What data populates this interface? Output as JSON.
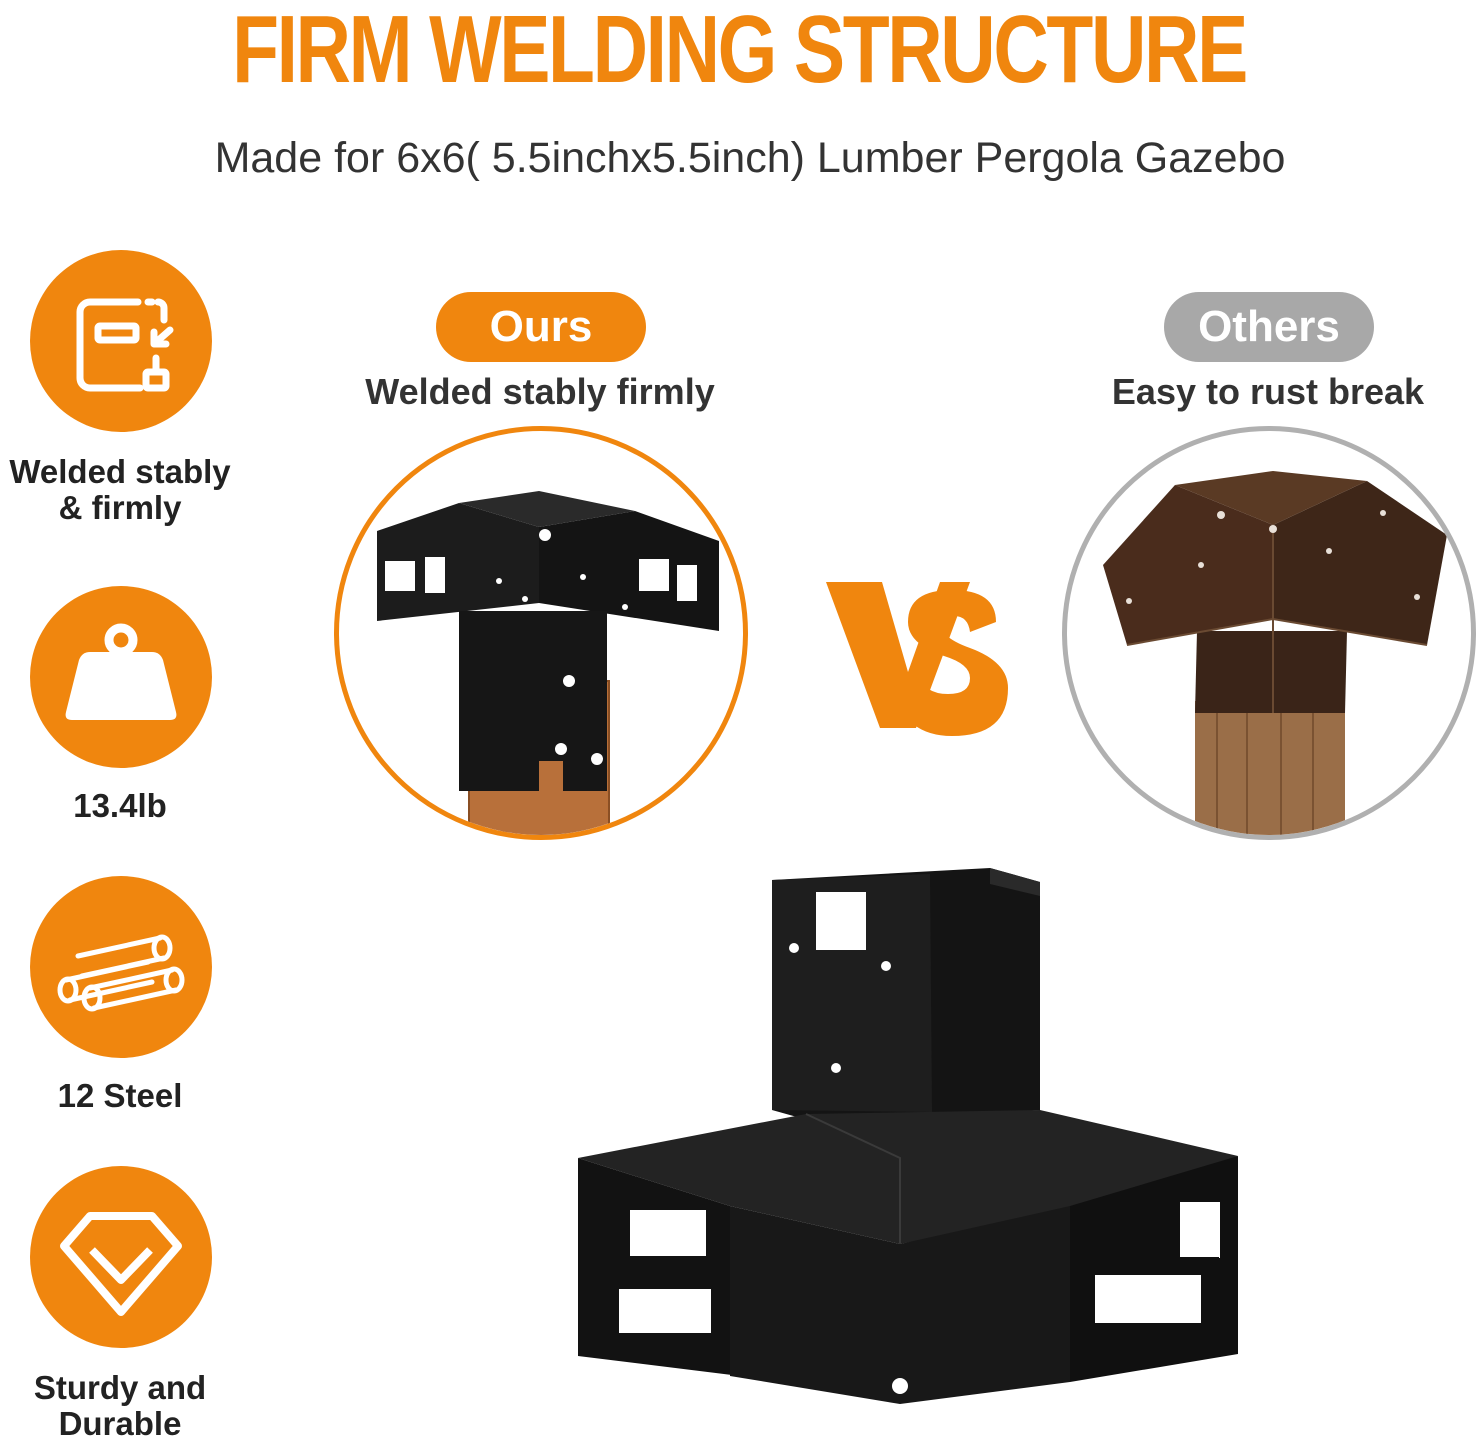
{
  "header": {
    "title": "FIRM WELDING STRUCTURE",
    "subtitle": "Made for 6x6( 5.5inchx5.5inch) Lumber Pergola Gazebo"
  },
  "features": [
    {
      "icon": "welding-icon",
      "label_lines": [
        "Welded stably",
        "& firmly"
      ]
    },
    {
      "icon": "weight-icon",
      "label_lines": [
        "13.4lb"
      ]
    },
    {
      "icon": "steel-pipes-icon",
      "label_lines": [
        "12 Steel"
      ]
    },
    {
      "icon": "diamond-icon",
      "label_lines": [
        "Sturdy and",
        "Durable"
      ]
    }
  ],
  "comparison": {
    "ours": {
      "badge": "Ours",
      "caption": "Welded stably firmly"
    },
    "others": {
      "badge": "Others",
      "caption": "Easy to rust break"
    },
    "vs_label": "VS"
  },
  "colors": {
    "accent": "#f0860e",
    "neutral_badge": "#a8a8a8",
    "text_dark": "#333333",
    "bracket_black": "#1c1c1c",
    "rust": "#4a2c1c",
    "wood": "#b8703a"
  }
}
